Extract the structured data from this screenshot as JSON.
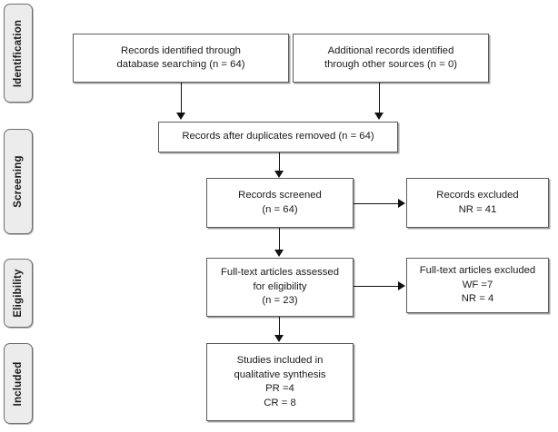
{
  "diagram": {
    "type": "prisma-flow-diagram",
    "stages": [
      {
        "id": "identification",
        "label": "Identification"
      },
      {
        "id": "screening",
        "label": "Screening"
      },
      {
        "id": "eligibility",
        "label": "Eligibility"
      },
      {
        "id": "included",
        "label": "Included"
      }
    ],
    "boxes": [
      {
        "id": "records-identified-database",
        "text": "Records identified through\ndatabase searching (n = 64)",
        "n": 64
      },
      {
        "id": "additional-records-other-sources",
        "text": "Additional records identified\nthrough other sources (n = 0)",
        "n": 0
      },
      {
        "id": "records-after-duplicates-removed",
        "text": "Records after duplicates removed (n = 64)",
        "n": 64
      },
      {
        "id": "records-screened",
        "text": "Records screened\n(n = 64)",
        "n": 64
      },
      {
        "id": "records-excluded",
        "text": "Records excluded\nNR = 41",
        "nr": 41
      },
      {
        "id": "fulltext-assessed",
        "text": "Full-text articles assessed\nfor eligibility\n(n = 23)",
        "n": 23
      },
      {
        "id": "fulltext-excluded",
        "text": "Full-text articles excluded\nWF =7\nNR = 4",
        "wf": 7,
        "nr": 4
      },
      {
        "id": "studies-included",
        "text": "Studies included in\nqualitative synthesis\nPR =4\nCR = 8",
        "pr": 4,
        "cr": 8
      }
    ],
    "colors": {
      "box_border": "#5c5c5c",
      "box_fill": "#ffffff",
      "pill_fill": "#ececec",
      "pill_border": "#6f6f6f",
      "connector": "#111111",
      "text": "#1a1a1a",
      "background": "#ffffff"
    }
  }
}
